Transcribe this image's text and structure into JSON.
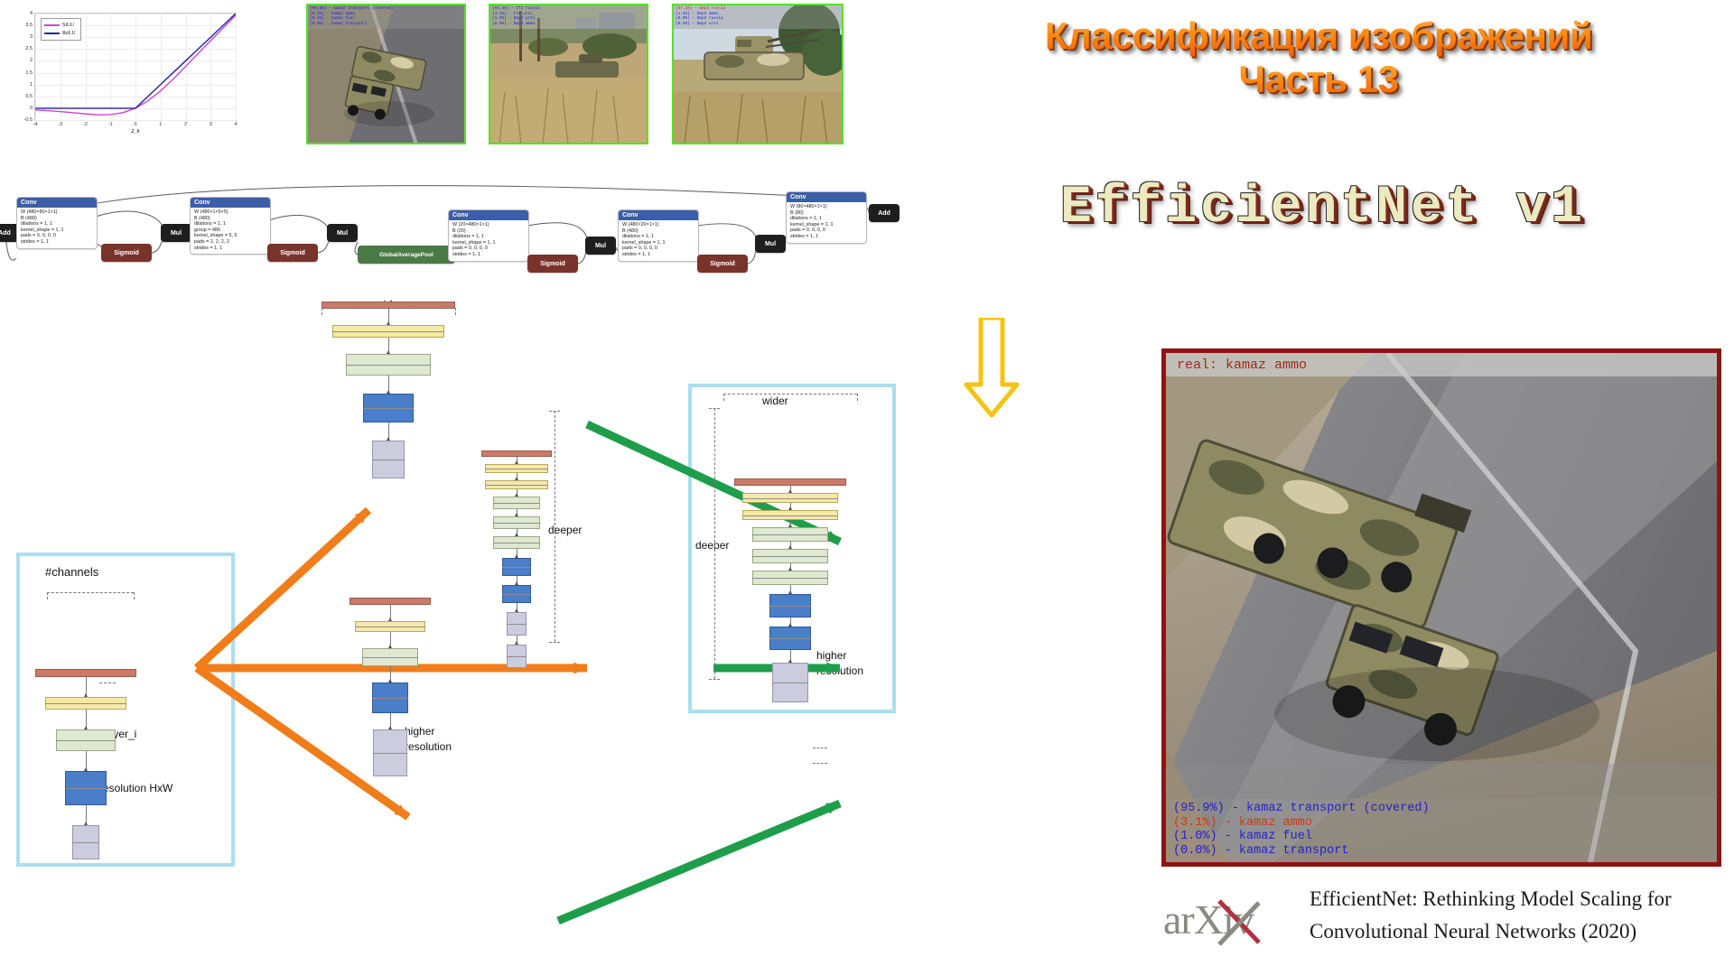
{
  "titles": {
    "ru_line1": "Классификация изображений",
    "ru_line2": "Часть 13",
    "en": "EfficientNet v1",
    "ru_color": "#ff8c12",
    "en_color": "#eceac0",
    "en_shadow_color": "#7a2a1c"
  },
  "chart_data": {
    "type": "line",
    "title": "",
    "xlabel": "z_k",
    "ylabel": "",
    "xlim": [
      -4,
      4
    ],
    "ylim": [
      -0.5,
      4
    ],
    "xticks": [
      "-4",
      "-3",
      "-2",
      "-1",
      "0",
      "1",
      "2",
      "3",
      "4"
    ],
    "yticks": [
      "-0.5",
      "0",
      "0.5",
      "1",
      "1.5",
      "2",
      "2.5",
      "3",
      "3.5",
      "4"
    ],
    "grid": true,
    "legend_position": "top-left",
    "series": [
      {
        "name": "SiLU",
        "color": "#cc44cc",
        "x": [
          -4,
          -3.5,
          -3,
          -2.5,
          -2,
          -1.5,
          -1,
          -0.5,
          0,
          0.5,
          1,
          1.5,
          2,
          2.5,
          3,
          3.5,
          4
        ],
        "y": [
          -0.072,
          -0.103,
          -0.142,
          -0.188,
          -0.238,
          -0.279,
          -0.269,
          -0.189,
          0,
          0.311,
          0.731,
          1.227,
          1.762,
          2.312,
          2.857,
          3.394,
          3.928
        ]
      },
      {
        "name": "ReLU",
        "color": "#2222aa",
        "x": [
          -4,
          -3,
          -2,
          -1,
          0,
          1,
          2,
          3,
          4
        ],
        "y": [
          0,
          0,
          0,
          0,
          0,
          1,
          2,
          3,
          4
        ]
      }
    ]
  },
  "thumbnails": [
    {
      "name": "thumb-kamaz-transport",
      "border_color": "#55e02a",
      "predictions": [
        {
          "pct": "(99.8%)",
          "label": "- kamaz transport (covered)",
          "highlight": false
        },
        {
          "pct": "(0.1%)",
          "label": "- kamaz ammo",
          "highlight": false
        },
        {
          "pct": "(0.1%)",
          "label": "- kamaz fuel",
          "highlight": false
        },
        {
          "pct": "(0.0%)",
          "label": "- kamaz transport",
          "highlight": false
        }
      ]
    },
    {
      "name": "thumb-t72",
      "border_color": "#55e02a",
      "predictions": [
        {
          "pct": "(94.4%)",
          "label": "- t72 russia",
          "highlight": false
        },
        {
          "pct": "(3.1%)",
          "label": "- t72 ural",
          "highlight": false
        },
        {
          "pct": "(1.3%)",
          "label": "- bmp2 ural",
          "highlight": false
        },
        {
          "pct": "(0.6%)",
          "label": "- bmp3 ammo",
          "highlight": false
        }
      ]
    },
    {
      "name": "thumb-bmp3",
      "border_color": "#55e02a",
      "predictions": [
        {
          "pct": "(97.2%)",
          "label": "- bmp3 russia",
          "highlight": true
        },
        {
          "pct": "(1.4%)",
          "label": "- bmp3 ammo",
          "highlight": false
        },
        {
          "pct": "(0.9%)",
          "label": "- bmp2 russia",
          "highlight": false
        },
        {
          "pct": "(0.3%)",
          "label": "- bmp2 ural",
          "highlight": false
        }
      ]
    }
  ],
  "onnx_graph": {
    "nodes": [
      {
        "id": "n0",
        "type": "pill-dark",
        "label": "Add"
      },
      {
        "id": "n1",
        "type": "conv",
        "title": "Conv",
        "attrs": [
          "W (480×80×1×1)",
          "B (480)",
          "dilations = 1, 1",
          "kernel_shape = 1, 1",
          "pads = 0, 0, 0, 0",
          "strides = 1, 1"
        ]
      },
      {
        "id": "n2",
        "type": "pill-sigmoid",
        "label": "Sigmoid"
      },
      {
        "id": "n3",
        "type": "pill-dark",
        "label": "Mul"
      },
      {
        "id": "n4",
        "type": "conv",
        "title": "Conv",
        "attrs": [
          "W (480×1×5×5)",
          "B (480)",
          "dilations = 1, 1",
          "group = 480",
          "kernel_shape = 5, 5",
          "pads = 2, 2, 2, 2",
          "strides = 1, 1"
        ]
      },
      {
        "id": "n5",
        "type": "pill-sigmoid",
        "label": "Sigmoid"
      },
      {
        "id": "n6",
        "type": "pill-dark",
        "label": "Mul"
      },
      {
        "id": "n7",
        "type": "pill-gap",
        "label": "GlobalAveragePool"
      },
      {
        "id": "n8",
        "type": "conv",
        "title": "Conv",
        "attrs": [
          "W (20×480×1×1)",
          "B (20)",
          "dilations = 1, 1",
          "kernel_shape = 1, 1",
          "pads = 0, 0, 0, 0",
          "strides = 1, 1"
        ]
      },
      {
        "id": "n9",
        "type": "pill-sigmoid",
        "label": "Sigmoid"
      },
      {
        "id": "n10",
        "type": "pill-dark",
        "label": "Mul"
      },
      {
        "id": "n11",
        "type": "conv",
        "title": "Conv",
        "attrs": [
          "W (480×20×1×1)",
          "B (480)",
          "dilations = 1, 1",
          "kernel_shape = 1, 1",
          "pads = 0, 0, 0, 0",
          "strides = 1, 1"
        ]
      },
      {
        "id": "n12",
        "type": "pill-sigmoid",
        "label": "Sigmoid"
      },
      {
        "id": "n13",
        "type": "pill-dark",
        "label": "Mul"
      },
      {
        "id": "n14",
        "type": "conv",
        "title": "Conv",
        "attrs": [
          "W (80×480×1×1)",
          "B (80)",
          "dilations = 1, 1",
          "kernel_shape = 1, 1",
          "pads = 0, 0, 0, 0",
          "strides = 1, 1"
        ]
      },
      {
        "id": "n15",
        "type": "pill-dark",
        "label": "Add"
      }
    ]
  },
  "scaling_diagram": {
    "baseline": {
      "caption_channels": "#channels",
      "caption_layer": "layer_i",
      "caption_resolution": "resolution HxW"
    },
    "wider": {
      "caption": "wider"
    },
    "deeper": {
      "caption": "deeper"
    },
    "higher_resolution": {
      "caption_line1": "higher",
      "caption_line2": "resolution"
    },
    "compound": {
      "caption_wider": "wider",
      "caption_deeper": "deeper",
      "caption_higher1": "higher",
      "caption_higher2": "resolution"
    },
    "arrow_orange": "#f07d1a",
    "arrow_green": "#1e9e4a",
    "panel_border": "#aadef0"
  },
  "result_image": {
    "top_label": "real: kamaz ammo",
    "border_color": "#8e1414",
    "predictions": [
      {
        "pct": "(95.9%)",
        "label": "- kamaz transport (covered)",
        "highlight": false
      },
      {
        "pct": "(3.1%)",
        "label": "- kamaz ammo",
        "highlight": true
      },
      {
        "pct": "(1.0%)",
        "label": "- kamaz fuel",
        "highlight": false
      },
      {
        "pct": "(0.0%)",
        "label": "- kamaz transport",
        "highlight": false
      }
    ]
  },
  "arxiv": {
    "logo_text": "arXiv",
    "citation_line1": "EfficientNet: Rethinking Model Scaling for",
    "citation_line2": "Convolutional Neural Networks   (2020)"
  }
}
